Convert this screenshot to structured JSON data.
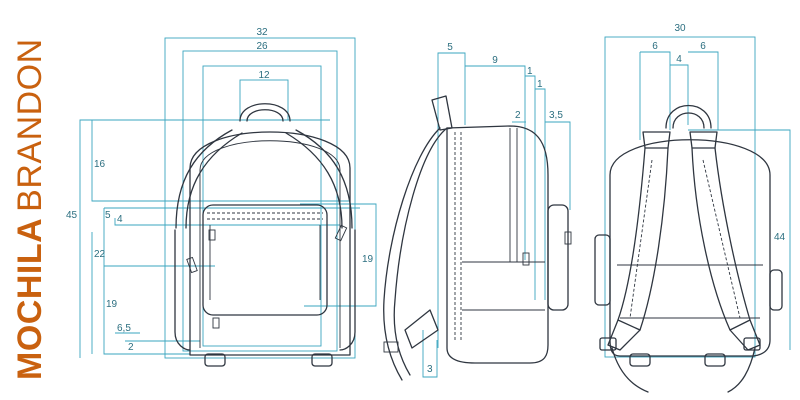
{
  "brand": {
    "word_bold": "MOCHILA",
    "word_light": "BRANDON",
    "color": "#c9610f"
  },
  "colors": {
    "dimension_line": "#3aa6bf",
    "dimension_text": "#2c6f80",
    "ink": "#2f3640"
  },
  "views": {
    "front": {
      "dimensions": {
        "top_1": "32",
        "top_2": "26",
        "handle": "12",
        "height_total": "45",
        "upper": "16",
        "d5": "5",
        "d4": "4",
        "d22": "22",
        "d19_left": "19",
        "d6_5": "6,5",
        "d2": "2",
        "d19_right": "19"
      }
    },
    "side": {
      "dimensions": {
        "d5": "5",
        "d9": "9",
        "d1a": "1",
        "d1b": "1",
        "d2": "2",
        "d3_5": "3,5",
        "d3": "3"
      }
    },
    "back": {
      "dimensions": {
        "d30": "30",
        "d6_left": "6",
        "d6_right": "6",
        "d4": "4",
        "d44": "44"
      }
    }
  }
}
